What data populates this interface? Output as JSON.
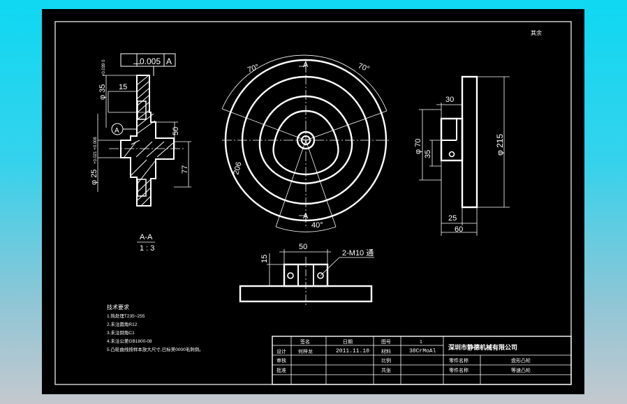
{
  "drawing": {
    "corner_mark": "其余",
    "section_label": "A-A",
    "scale_label": "1 : 3",
    "tolerance": {
      "symbol": "⊥",
      "value": "0.005",
      "datum": "A"
    },
    "datum_bubble": "A",
    "cut_label_top": "A",
    "cut_label_bottom": "A",
    "dims_left": {
      "bore": "φ 35",
      "bore_tol": "+0.039 0",
      "d15": "15",
      "d50": "50",
      "d77": "77",
      "hub": "φ 25",
      "hub_tol": "+0.021 +0.008"
    },
    "dims_center": {
      "angle_tl": "70°",
      "angle_tr": "70°",
      "angle_bottom": "40°",
      "d206": "206"
    },
    "dims_right": {
      "d30": "30",
      "d70": "φ 70",
      "d35": "35",
      "d215": "φ 215",
      "d25": "25",
      "d60": "60"
    },
    "dims_bottom": {
      "d50": "50",
      "d15": "15",
      "thread": "2-M10 通"
    },
    "tech_notes": {
      "heading": "技术要求",
      "lines": [
        "1.热处理T235~255",
        "2.未注圆角R12",
        "3.未注倒角C1",
        "4.未注公差GB1800-08",
        "5.凸轮曲线按样本放大尺寸,已标美0000毛刺倒。"
      ]
    }
  },
  "title_block": {
    "headers": [
      "签名",
      "日期",
      "图号",
      "1"
    ],
    "row1": [
      "设计",
      "何梓龙",
      "2011.11.10",
      "材料",
      "38CrMoAl"
    ],
    "row2": [
      "审核",
      "",
      "",
      "比例",
      "",
      "零件名称",
      "盘形凸轮"
    ],
    "row3": [
      "批准",
      "",
      "",
      "共张",
      "",
      "零件名称",
      "等速凸轮"
    ],
    "company": "深圳市静德机械有限公司"
  }
}
